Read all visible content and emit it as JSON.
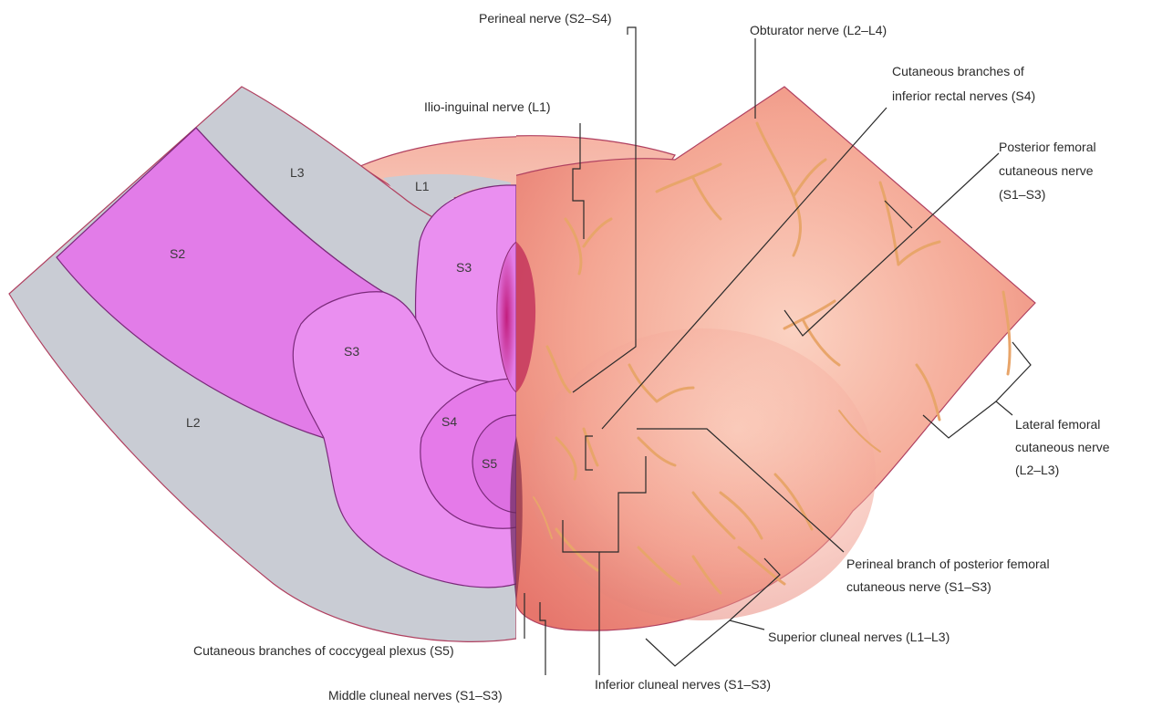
{
  "labels": {
    "perineal_nerve": "Perineal nerve (S2–S4)",
    "obturator_nerve": "Obturator nerve (L2–L4)",
    "rectal_line1": "Cutaneous branches of",
    "rectal_line2": "inferior rectal nerves (S4)",
    "ilio_inguinal": "Ilio-inguinal nerve (L1)",
    "post_fem_line1": "Posterior femoral",
    "post_fem_line2": "cutaneous nerve",
    "post_fem_line3": "(S1–S3)",
    "lat_fem_line1": "Lateral femoral",
    "lat_fem_line2": "cutaneous nerve",
    "lat_fem_line3": "(L2–L3)",
    "perineal_branch_line1": "Perineal branch of posterior femoral",
    "perineal_branch_line2": "cutaneous nerve (S1–S3)",
    "superior_cluneal": "Superior cluneal nerves (L1–L3)",
    "inferior_cluneal": "Inferior cluneal nerves (S1–S3)",
    "middle_cluneal": "Middle cluneal nerves (S1–S3)",
    "coccygeal": "Cutaneous branches of coccygeal plexus (S5)"
  },
  "zones": {
    "l3": "L3",
    "l1": "L1",
    "s2": "S2",
    "s3_upper": "S3",
    "s3_lower": "S3",
    "s4": "S4",
    "s5": "S5",
    "l2": "L2"
  },
  "colors": {
    "dermatome_grey": "#c9ccd4",
    "dermatome_magenta": "#e27ce8",
    "dermatome_magenta_light": "#ee9ff0",
    "skin_red": "#f2a08e",
    "skin_highlight": "#fbd0c0",
    "nerve_orange": "#e8a56a",
    "outline": "#b04060"
  }
}
